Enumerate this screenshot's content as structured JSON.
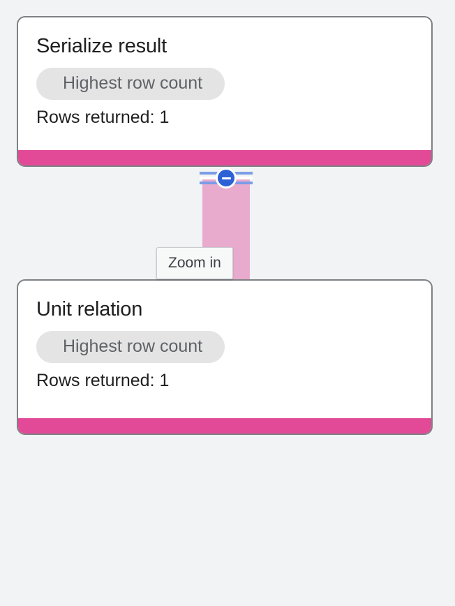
{
  "canvas": {
    "background_color": "#f1f3f4",
    "accent_color": "#e24a98",
    "edge_color": "#e9abcd",
    "control_color": "#2d62d6"
  },
  "nodes": [
    {
      "id": "serialize-result",
      "title": "Serialize result",
      "badge": "Highest row count",
      "rows_text": "Rows returned: 1"
    },
    {
      "id": "unit-relation",
      "title": "Unit relation",
      "badge": "Highest row count",
      "rows_text": "Rows returned: 1"
    }
  ],
  "edge": {
    "control_icon": "minus-circle-icon",
    "tooltip": "Zoom in"
  }
}
